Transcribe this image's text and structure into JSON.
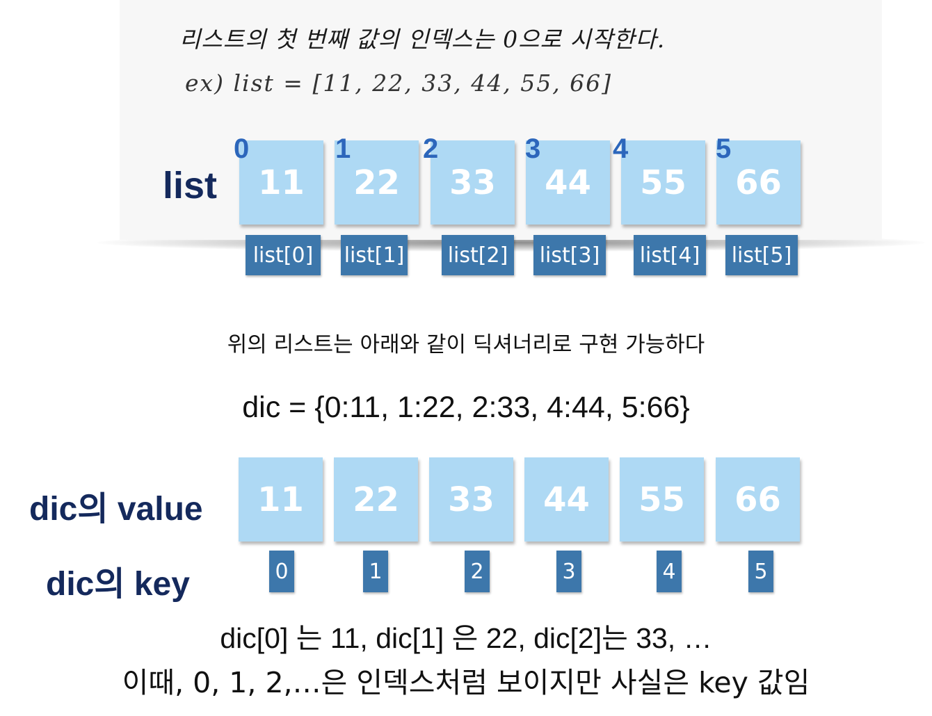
{
  "note": {
    "line1": "리스트의 첫 번째 값의 인덱스는 0으로 시작한다.",
    "line2": "ex) list = [11, 22, 33, 44, 55, 66]"
  },
  "list_row": {
    "label": "list",
    "values": [
      "11",
      "22",
      "33",
      "44",
      "55",
      "66"
    ],
    "indices": [
      "0",
      "1",
      "2",
      "3",
      "4",
      "5"
    ],
    "accessors": [
      "list[0]",
      "list[1]",
      "list[2]",
      "list[3]",
      "list[4]",
      "list[5]"
    ]
  },
  "caption": "위의 리스트는 아래와 같이 딕셔너리로 구현 가능하다",
  "dict_expr": "dic = {0:11, 1:22, 2:33, 4:44, 5:66}",
  "dic_row": {
    "value_label": "dic의 value",
    "key_label": "dic의 key",
    "values": [
      "11",
      "22",
      "33",
      "44",
      "55",
      "66"
    ],
    "keys": [
      "0",
      "1",
      "2",
      "3",
      "4",
      "5"
    ]
  },
  "explanation": {
    "line1": "dic[0] 는 11,  dic[1] 은 22,  dic[2]는 33, …",
    "line2": "이때, 0, 1, 2,…은 인덱스처럼 보이지만 사실은 key 값임"
  },
  "colors": {
    "box_fill": "#aed9f4",
    "index_text": "#2c66bb",
    "tag_fill": "#3d77ab",
    "label_text": "#14295c"
  }
}
